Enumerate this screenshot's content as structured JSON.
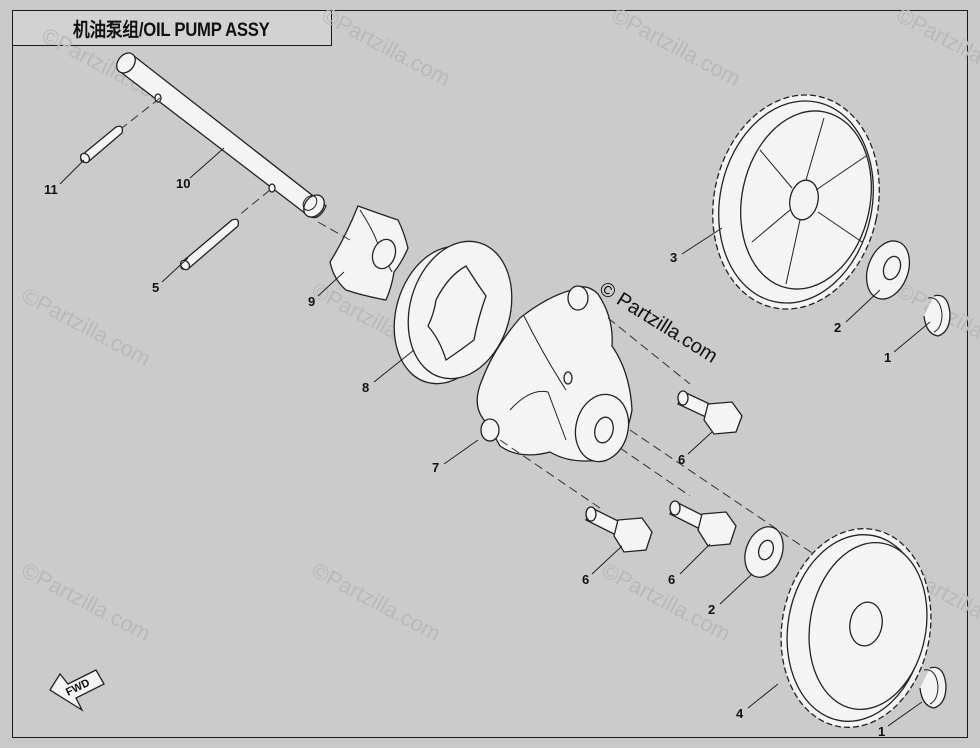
{
  "title": "机油泵组/OIL PUMP ASSY",
  "watermark": "©Partzilla.com",
  "inline_watermark": "© Partzilla.com",
  "fwd_label": "FWD",
  "callouts": [
    {
      "id": "11",
      "label": "11"
    },
    {
      "id": "10",
      "label": "10"
    },
    {
      "id": "5",
      "label": "5"
    },
    {
      "id": "9",
      "label": "9"
    },
    {
      "id": "8",
      "label": "8"
    },
    {
      "id": "7",
      "label": "7"
    },
    {
      "id": "6a",
      "label": "6"
    },
    {
      "id": "6b",
      "label": "6"
    },
    {
      "id": "6c",
      "label": "6"
    },
    {
      "id": "3",
      "label": "3"
    },
    {
      "id": "2a",
      "label": "2"
    },
    {
      "id": "1a",
      "label": "1"
    },
    {
      "id": "2b",
      "label": "2"
    },
    {
      "id": "4",
      "label": "4"
    },
    {
      "id": "1b",
      "label": "1"
    }
  ]
}
